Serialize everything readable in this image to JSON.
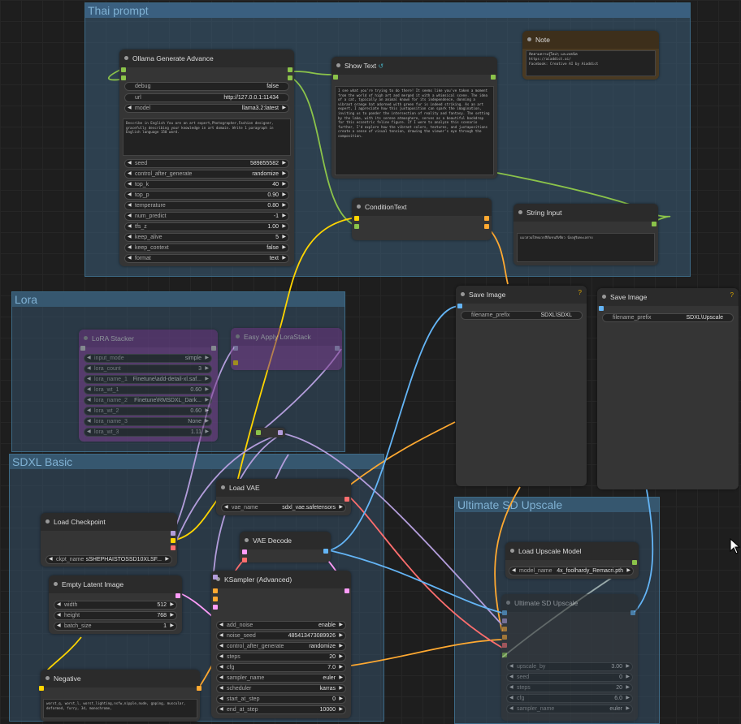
{
  "groups": {
    "thai": "Thai prompt",
    "lora": "Lora",
    "sdxl": "SDXL Basic",
    "usd": "Ultimate SD Upscale"
  },
  "ollama": {
    "title": "Ollama Generate Advance",
    "debug": {
      "label": "debug",
      "value": "false"
    },
    "url": {
      "label": "url",
      "value": "http://127.0.0.1:11434"
    },
    "model": {
      "label": "model",
      "value": "llama3.2:latest"
    },
    "prompt": "Describe in English You are an art expert,Photographer,Fashion designer, gracefully describing your knowledge in art domain. Write 1 paragraph in English language 150 word.",
    "params": [
      {
        "label": "seed",
        "value": "589855582"
      },
      {
        "label": "control_after_generate",
        "value": "randomize"
      },
      {
        "label": "top_k",
        "value": "40"
      },
      {
        "label": "top_p",
        "value": "0.90"
      },
      {
        "label": "temperature",
        "value": "0.80"
      },
      {
        "label": "num_predict",
        "value": "-1"
      },
      {
        "label": "tfs_z",
        "value": "1.00"
      },
      {
        "label": "keep_alive",
        "value": "5"
      },
      {
        "label": "keep_context",
        "value": "false"
      },
      {
        "label": "format",
        "value": "text"
      }
    ]
  },
  "showtext": {
    "title": "Show Text",
    "text": "I see what you're trying to do there! It seems like you've taken a moment from the world of high art and merged it with a whimsical scene. The idea of a cat, typically an animal known for its independence, donning a vibrant orange hat adorned with green fur is indeed striking. As an art expert, I appreciate how this juxtaposition can spark the imagination, inviting us to ponder the intersection of reality and fantasy. The setting by the lake, with its serene atmosphere, serves as a beautiful backdrop for this eccentric feline figure. If I were to analyze this scenario further, I'd explore how the vibrant colors, textures, and juxtapositions create a sense of visual tension, drawing the viewer's eye through the composition."
  },
  "note": {
    "title": "Note",
    "text": "ติดตามความรู้ใหม่ๆ และเทคนิค\nhttps://aiaddict.ai/\nFacebook: Creative AI by Aiaddict"
  },
  "conditiontext": {
    "title": "ConditionText"
  },
  "stringinput": {
    "title": "String Input",
    "text": "แมวสวมใส่หมวกสีส้มขนสีเขียว นั่งอยู่ริมทะเลสาบ"
  },
  "saveimage1": {
    "title": "Save Image",
    "label": "filename_prefix",
    "value": "SDXL\\SDXL"
  },
  "saveimage2": {
    "title": "Save Image",
    "label": "filename_prefix",
    "value": "SDXL\\Upscale"
  },
  "lorastacker": {
    "title": "LoRA Stacker",
    "rows": [
      {
        "label": "input_mode",
        "value": "simple"
      },
      {
        "label": "lora_count",
        "value": "3"
      },
      {
        "label": "lora_name_1",
        "value": "Finetune\\add-detail-xl.saf..."
      },
      {
        "label": "lora_wt_1",
        "value": "0.60"
      },
      {
        "label": "lora_name_2",
        "value": "Finetune\\RMSDXL_Dark..."
      },
      {
        "label": "lora_wt_2",
        "value": "0.60"
      },
      {
        "label": "lora_name_3",
        "value": "None"
      },
      {
        "label": "lora_wt_3",
        "value": "1.11"
      }
    ]
  },
  "easyapply": {
    "title": "Easy Apply LoraStack"
  },
  "loadvae": {
    "title": "Load VAE",
    "label": "vae_name",
    "value": "sdxl_vae.safetensors"
  },
  "vaedecode": {
    "title": "VAE Decode"
  },
  "loadcheckpoint": {
    "title": "Load Checkpoint",
    "label": "ckpt_name",
    "value": "sSHEPHAISTOSSD10XLSF..."
  },
  "emptylatent": {
    "title": "Empty Latent Image",
    "rows": [
      {
        "label": "width",
        "value": "512"
      },
      {
        "label": "height",
        "value": "768"
      },
      {
        "label": "batch_size",
        "value": "1"
      }
    ]
  },
  "ksampler": {
    "title": "KSampler (Advanced)",
    "rows": [
      {
        "label": "add_noise",
        "value": "enable"
      },
      {
        "label": "noise_seed",
        "value": "485413473089926"
      },
      {
        "label": "control_after_generate",
        "value": "randomize"
      },
      {
        "label": "steps",
        "value": "20"
      },
      {
        "label": "cfg",
        "value": "7.0"
      },
      {
        "label": "sampler_name",
        "value": "euler"
      },
      {
        "label": "scheduler",
        "value": "karras"
      },
      {
        "label": "start_at_step",
        "value": "0"
      },
      {
        "label": "end_at_step",
        "value": "10000"
      }
    ]
  },
  "negative": {
    "title": "Negative",
    "text": "worst_q, worst_l, worst_lighting,nsfw,nipple,nude, gaping, muscular, deformed, furry, 3d, monochrome,"
  },
  "loadupscale": {
    "title": "Load Upscale Model",
    "label": "model_name",
    "value": "4x_foolhardy_Remacri.pth"
  },
  "ultimatesd": {
    "title": "Ultimate SD Upscale",
    "rows": [
      {
        "label": "upscale_by",
        "value": "3.00"
      },
      {
        "label": "seed",
        "value": "0"
      },
      {
        "label": "steps",
        "value": "20"
      },
      {
        "label": "cfg",
        "value": "6.0"
      },
      {
        "label": "sampler_name",
        "value": "euler"
      }
    ]
  },
  "colors": {
    "clip": "#ffd500",
    "model": "#b39ddb",
    "vae": "#ff6e6e",
    "latent": "#ff9cf9",
    "image": "#64b5f6",
    "string": "#8bc34a",
    "conditioning": "#ffa931"
  }
}
